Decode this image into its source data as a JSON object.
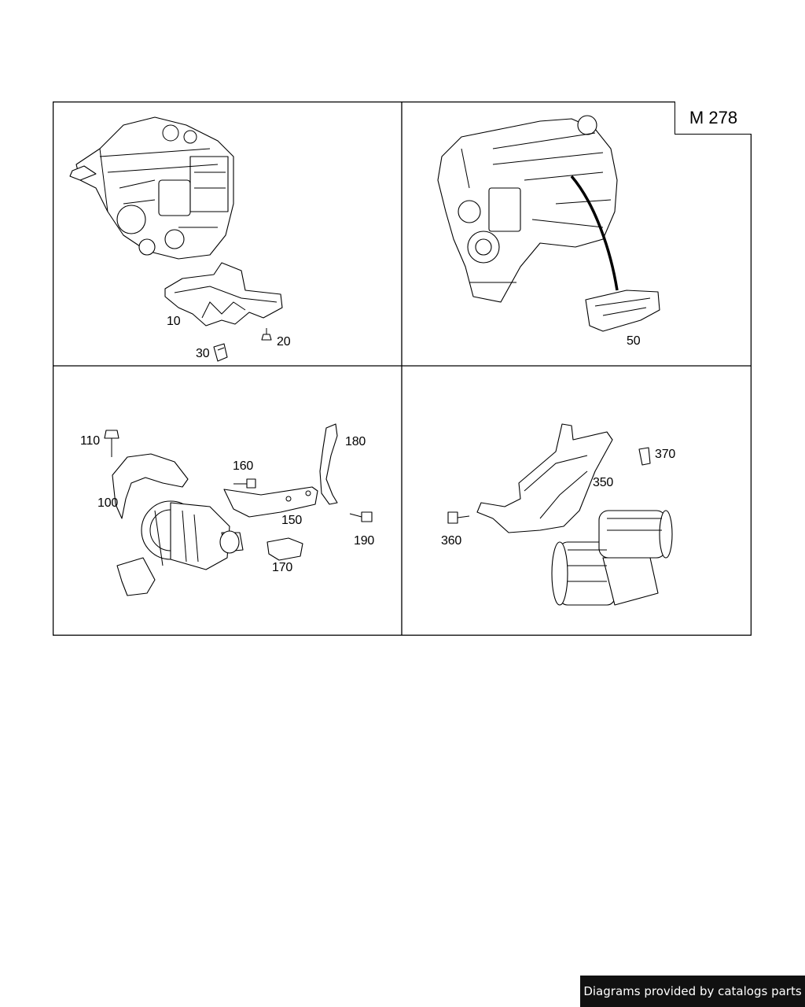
{
  "diagram": {
    "model_label": "M 278",
    "panels": {
      "top_left": {
        "callouts": [
          "10",
          "20",
          "30"
        ]
      },
      "top_right": {
        "callouts": [
          "50"
        ]
      },
      "bottom_left": {
        "callouts": [
          "100",
          "110",
          "150",
          "160",
          "170",
          "180",
          "190"
        ]
      },
      "bottom_right": {
        "callouts": [
          "350",
          "360",
          "370"
        ]
      }
    }
  },
  "footer": {
    "credit": "Diagrams provided by catalogs parts"
  }
}
